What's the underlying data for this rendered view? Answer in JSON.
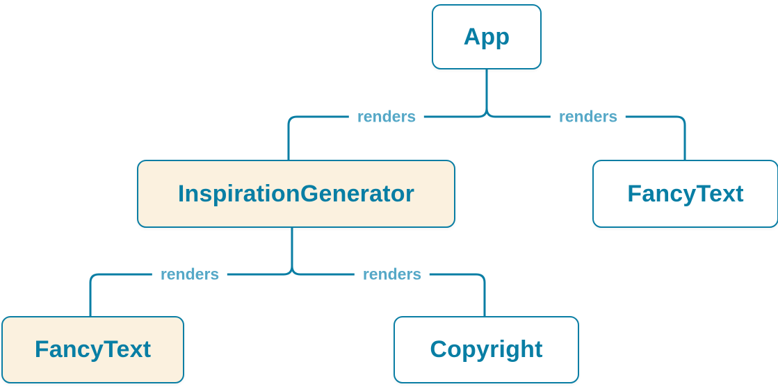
{
  "colors": {
    "line": "#0a7ea4",
    "node_border": "#0a7ea4",
    "node_text": "#087ea4",
    "edge_label": "#55a8c7",
    "node_fill": "#ffffff",
    "highlight_fill": "#fbf1df",
    "background": "#ffffff"
  },
  "nodes": {
    "app": {
      "label": "App",
      "highlighted": false
    },
    "inspiration_generator": {
      "label": "InspirationGenerator",
      "highlighted": true
    },
    "fancy_text_top": {
      "label": "FancyText",
      "highlighted": false
    },
    "fancy_text_bottom": {
      "label": "FancyText",
      "highlighted": true
    },
    "copyright": {
      "label": "Copyright",
      "highlighted": false
    }
  },
  "edges": {
    "app_to_inspiration_generator": {
      "label": "renders"
    },
    "app_to_fancy_text": {
      "label": "renders"
    },
    "inspiration_generator_to_fancy_text": {
      "label": "renders"
    },
    "inspiration_generator_to_copyright": {
      "label": "renders"
    }
  }
}
